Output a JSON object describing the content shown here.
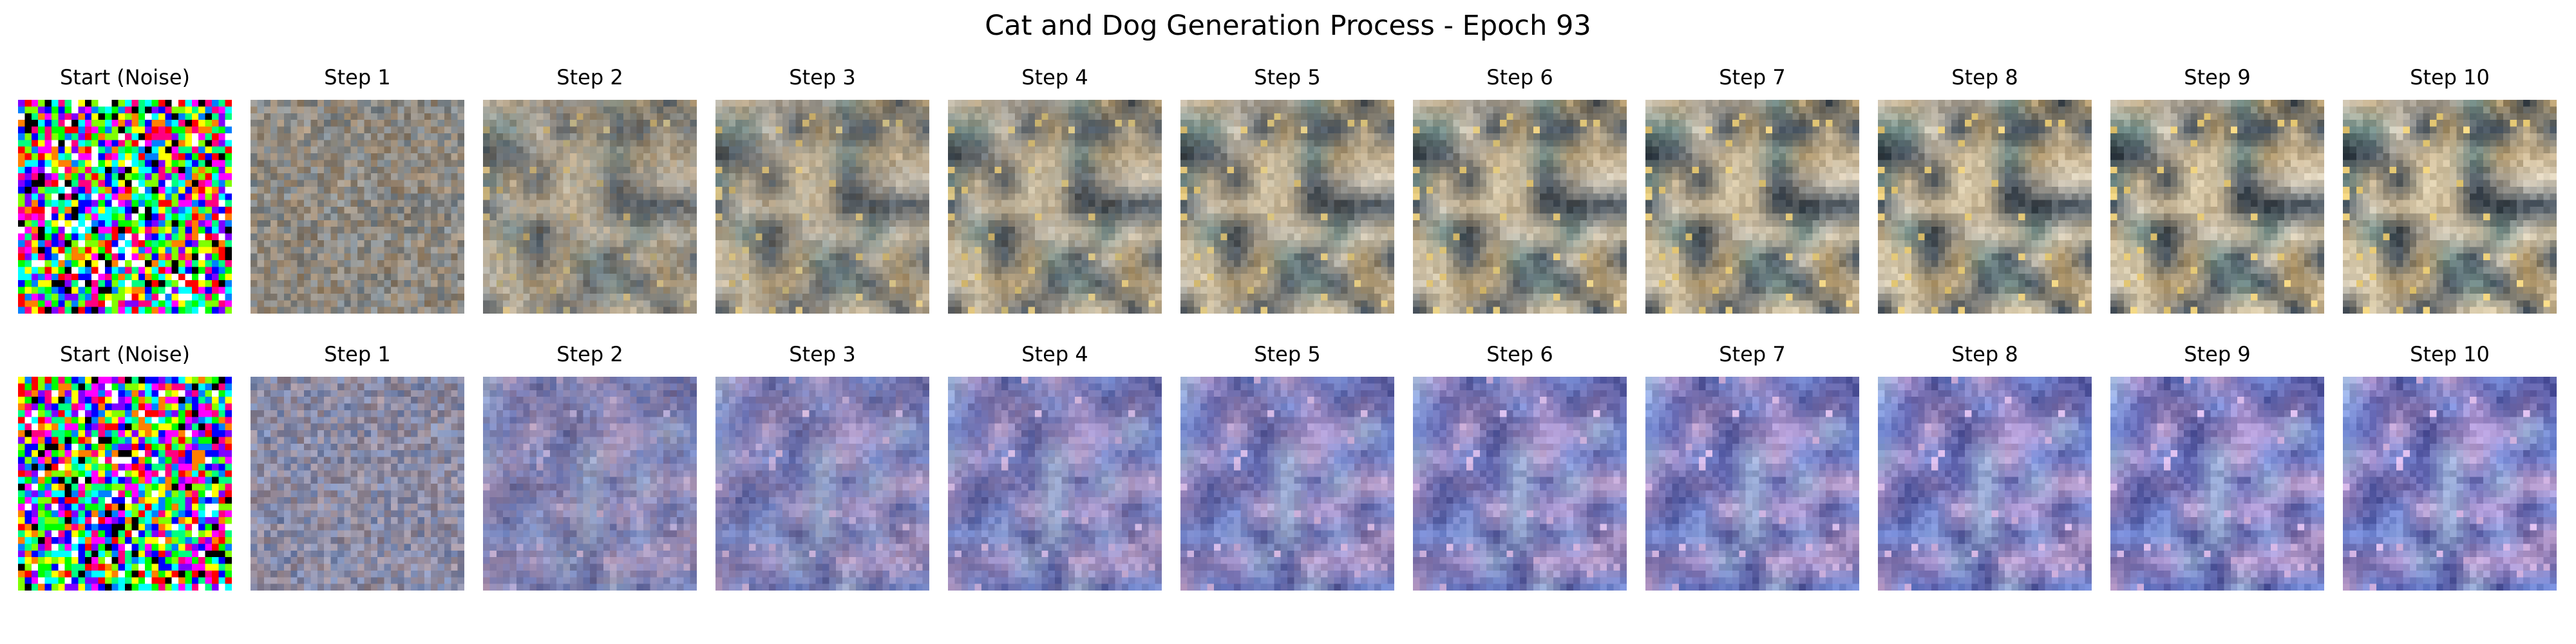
{
  "figure": {
    "title": "Cat and Dog Generation Process - Epoch 93"
  },
  "rows": [
    {
      "panels": [
        {
          "title": "Start (Noise)",
          "kind": "noise",
          "palette": "rgb-saturated"
        },
        {
          "title": "Step 1",
          "kind": "blur",
          "blend": 0.08
        },
        {
          "title": "Step 2",
          "kind": "blur",
          "blend": 0.55
        },
        {
          "title": "Step 3",
          "kind": "blur",
          "blend": 0.68
        },
        {
          "title": "Step 4",
          "kind": "blur",
          "blend": 0.76
        },
        {
          "title": "Step 5",
          "kind": "blur",
          "blend": 0.82
        },
        {
          "title": "Step 6",
          "kind": "blur",
          "blend": 0.86
        },
        {
          "title": "Step 7",
          "kind": "blur",
          "blend": 0.89
        },
        {
          "title": "Step 8",
          "kind": "blur",
          "blend": 0.92
        },
        {
          "title": "Step 9",
          "kind": "blur",
          "blend": 0.94
        },
        {
          "title": "Step 10",
          "kind": "blur",
          "blend": 0.96
        }
      ],
      "tones": {
        "base": "#8c8780",
        "colors": [
          "#c9b48f",
          "#3f4d5c",
          "#d8c9a8",
          "#6e8b86",
          "#2c3640",
          "#b59a6a",
          "#e0d6c2",
          "#a49c8e"
        ],
        "highlight": "#f0d27a"
      }
    },
    {
      "panels": [
        {
          "title": "Start (Noise)",
          "kind": "noise",
          "palette": "rgb-saturated"
        },
        {
          "title": "Step 1",
          "kind": "blur",
          "blend": 0.08
        },
        {
          "title": "Step 2",
          "kind": "blur",
          "blend": 0.55
        },
        {
          "title": "Step 3",
          "kind": "blur",
          "blend": 0.68
        },
        {
          "title": "Step 4",
          "kind": "blur",
          "blend": 0.76
        },
        {
          "title": "Step 5",
          "kind": "blur",
          "blend": 0.82
        },
        {
          "title": "Step 6",
          "kind": "blur",
          "blend": 0.86
        },
        {
          "title": "Step 7",
          "kind": "blur",
          "blend": 0.89
        },
        {
          "title": "Step 8",
          "kind": "blur",
          "blend": 0.92
        },
        {
          "title": "Step 9",
          "kind": "blur",
          "blend": 0.94
        },
        {
          "title": "Step 10",
          "kind": "blur",
          "blend": 0.96
        }
      ],
      "tones": {
        "base": "#8a8aa0",
        "colors": [
          "#6f86d6",
          "#4a4f9a",
          "#b39ad8",
          "#8fa8e8",
          "#5b5faf",
          "#c6a6d6",
          "#9ab0d8",
          "#7a6aa8"
        ],
        "highlight": "#d8b8e8"
      }
    }
  ],
  "noise_palette": [
    "#ff0000",
    "#00ff00",
    "#0000ff",
    "#ffff00",
    "#ff00ff",
    "#00ffff",
    "#ffffff",
    "#000000",
    "#ff8000",
    "#80ff00",
    "#0080ff",
    "#ff0080",
    "#8000ff",
    "#00ff80"
  ]
}
